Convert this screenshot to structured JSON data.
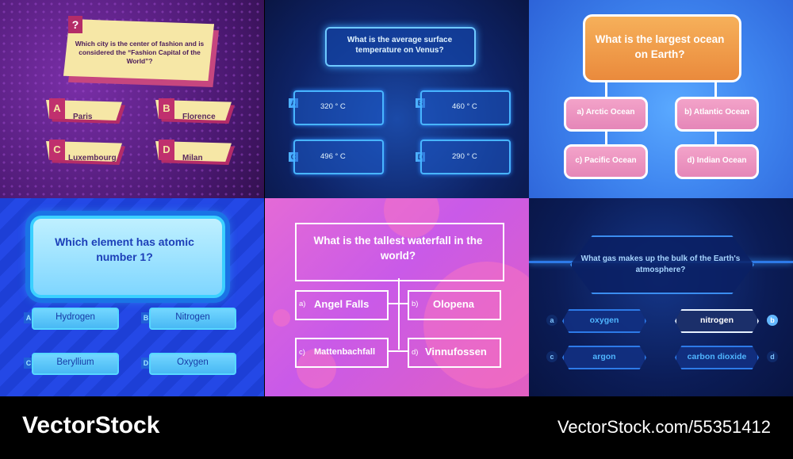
{
  "panel1": {
    "question": "Which city is the center of fashion and is considered the “Fashion Capital of the World”?",
    "badge": "?",
    "answers": [
      {
        "letter": "A",
        "label": "Paris"
      },
      {
        "letter": "B",
        "label": "Florence"
      },
      {
        "letter": "C",
        "label": "Luxembourg"
      },
      {
        "letter": "D",
        "label": "Milan"
      }
    ]
  },
  "panel2": {
    "question": "What is the average surface temperature on Venus?",
    "answers": [
      {
        "letter": "A",
        "label": "320 ° C"
      },
      {
        "letter": "B",
        "label": "460 ° C"
      },
      {
        "letter": "C",
        "label": "496 ° C"
      },
      {
        "letter": "D",
        "label": "290 ° C"
      }
    ]
  },
  "panel3": {
    "question": "What is the largest ocean on Earth?",
    "answers": [
      {
        "label": "a) Arctic Ocean"
      },
      {
        "label": "b) Atlantic Ocean"
      },
      {
        "label": "c) Pacific Ocean"
      },
      {
        "label": "d) Indian Ocean"
      }
    ]
  },
  "panel4": {
    "question": "Which element has atomic number 1?",
    "answers": [
      {
        "letter": "A",
        "label": "Hydrogen"
      },
      {
        "letter": "B",
        "label": "Nitrogen"
      },
      {
        "letter": "C",
        "label": "Beryllium"
      },
      {
        "letter": "D",
        "label": "Oxygen"
      }
    ]
  },
  "panel5": {
    "question": "What is the tallest waterfall in the world?",
    "answers": [
      {
        "letter": "a)",
        "label": "Angel Falls"
      },
      {
        "letter": "b)",
        "label": "Olopena"
      },
      {
        "letter": "c)",
        "label": "Mattenbachfall"
      },
      {
        "letter": "d)",
        "label": "Vinnufossen"
      }
    ]
  },
  "panel6": {
    "question": "What gas makes up the bulk of the Earth's atmosphere?",
    "answers": [
      {
        "letter": "a",
        "label": "oxygen"
      },
      {
        "letter": "b",
        "label": "nitrogen"
      },
      {
        "letter": "c",
        "label": "argon"
      },
      {
        "letter": "d",
        "label": "carbon dioxide"
      }
    ]
  },
  "footer": {
    "brand": "VectorStock",
    "url": "VectorStock.com/55351412"
  }
}
